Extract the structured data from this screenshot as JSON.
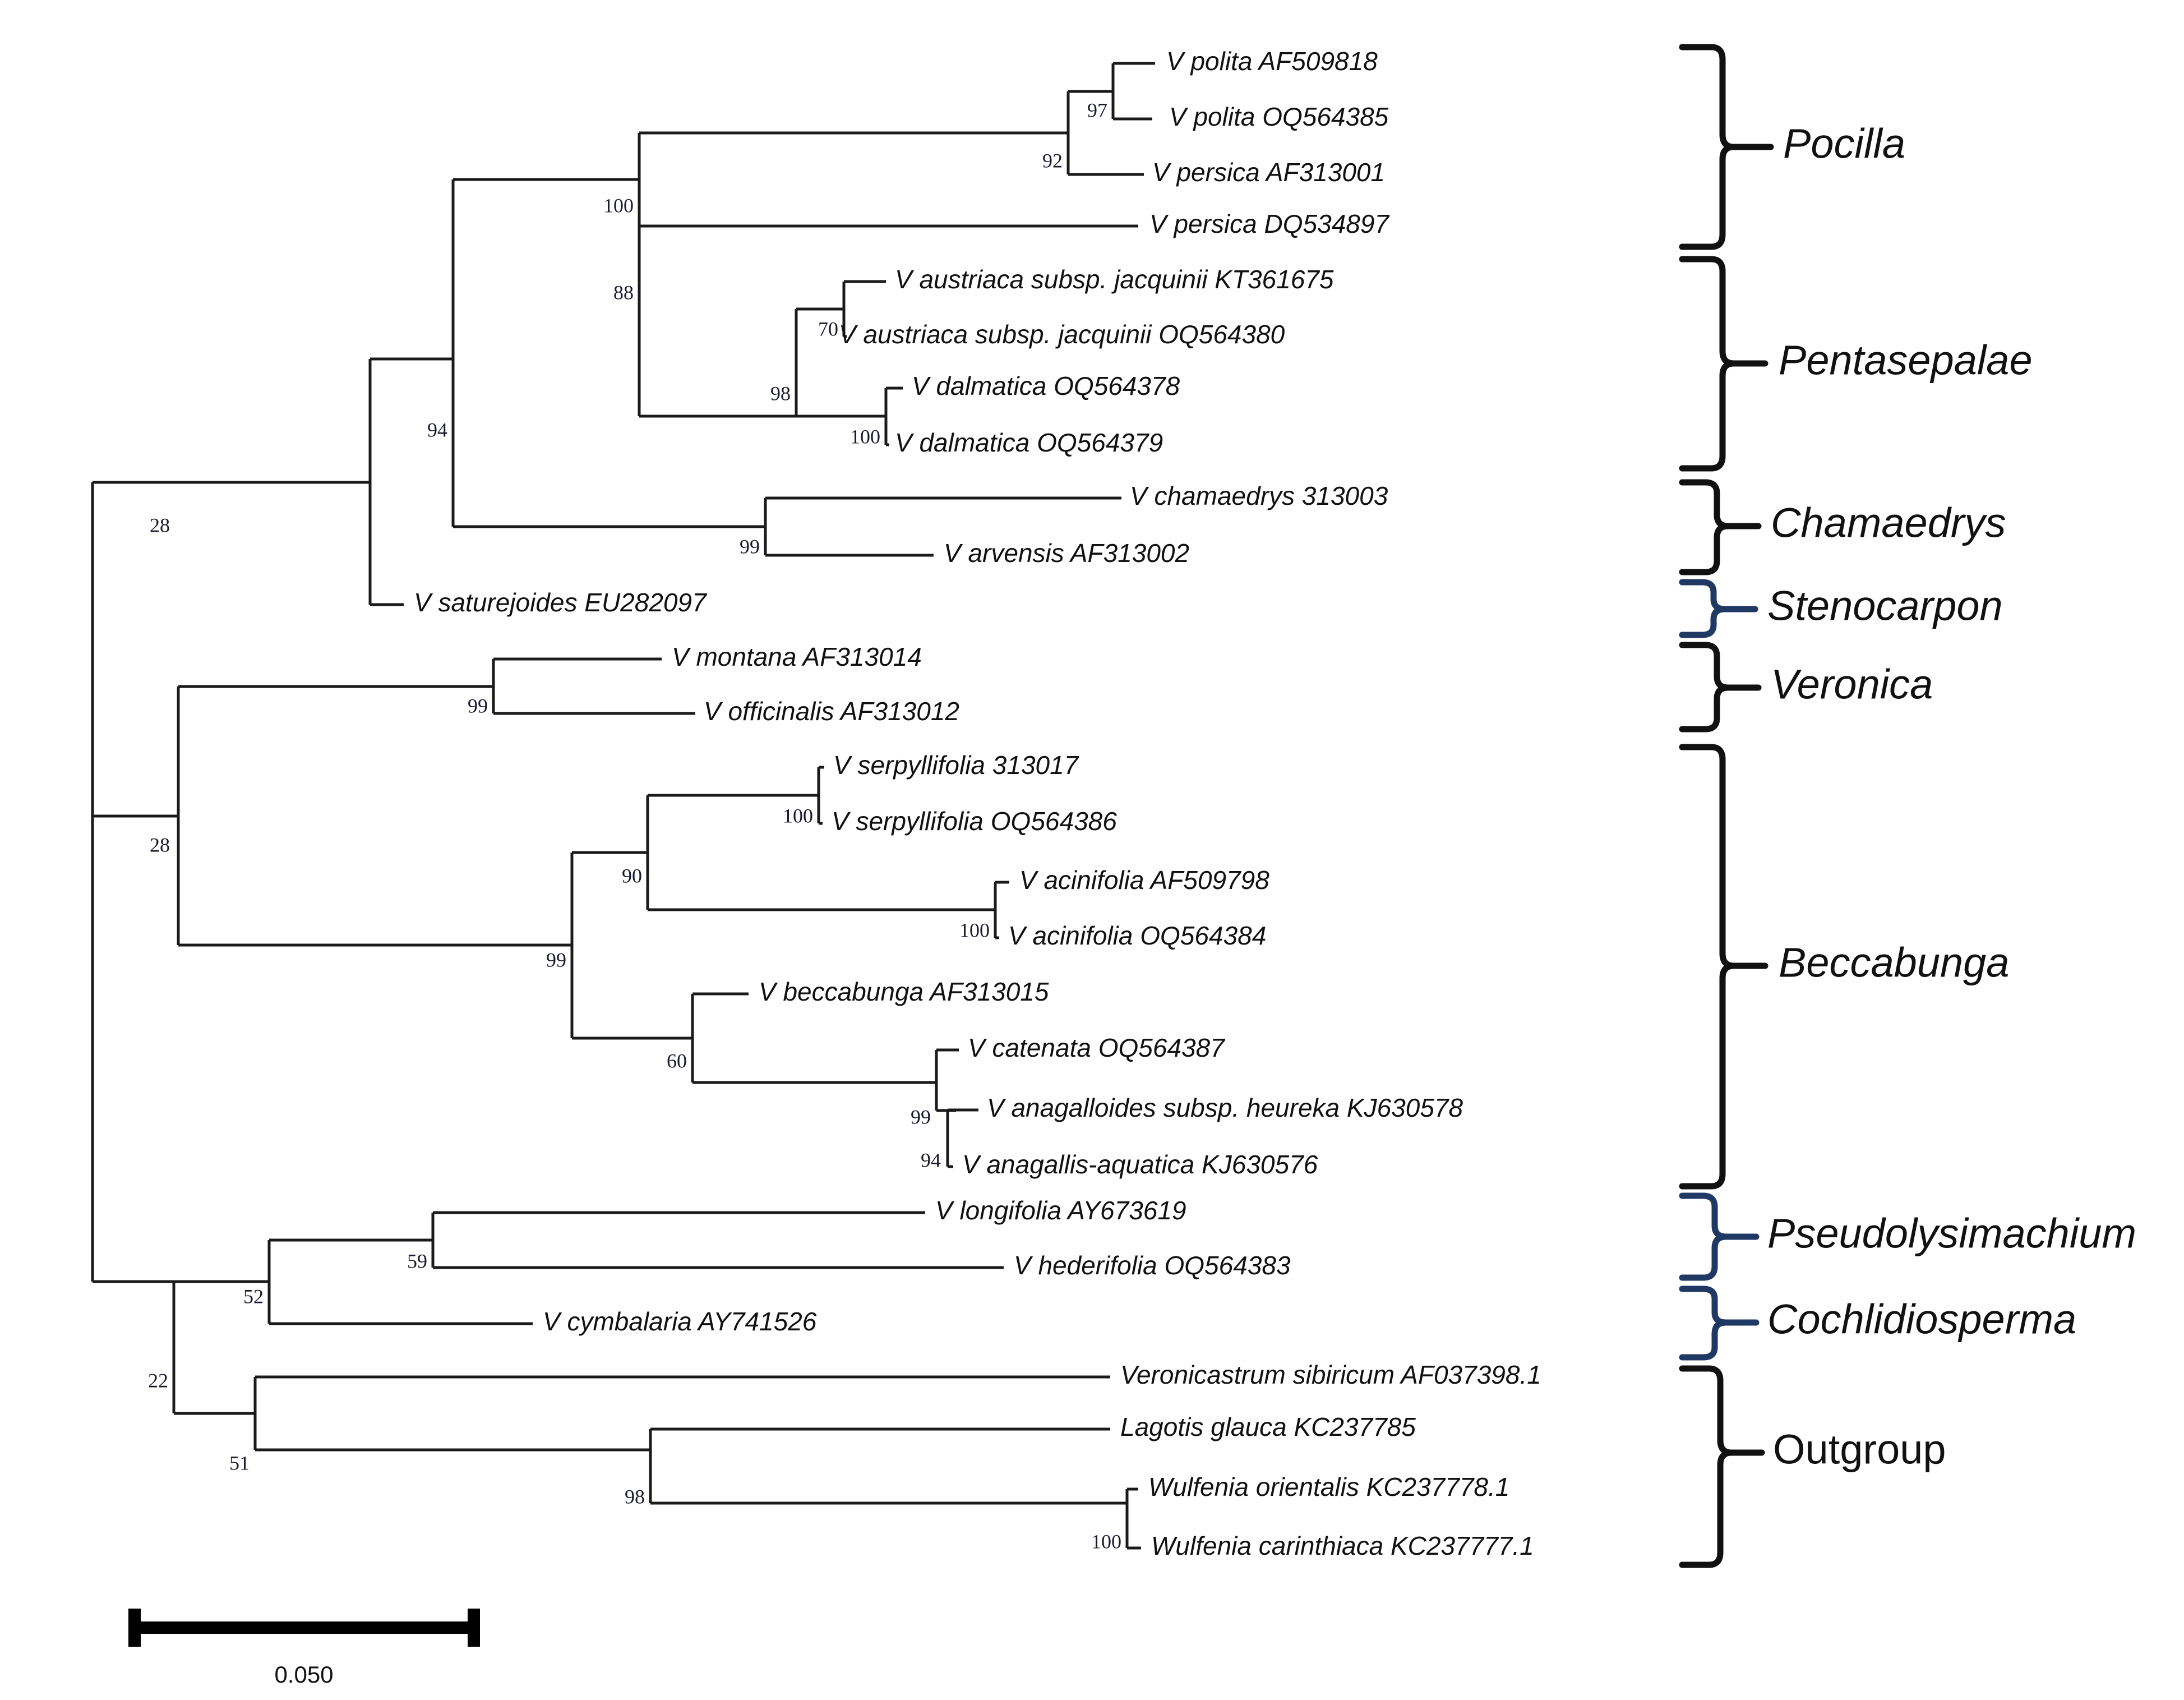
{
  "figure": {
    "type": "phylogenetic-tree",
    "title": "",
    "scale_bar": {
      "label": "0.050",
      "value": 0.05
    }
  },
  "tips": [
    {
      "id": "t1",
      "label": "V polita AF509818",
      "italic": true
    },
    {
      "id": "t2",
      "label": "V polita OQ564385",
      "italic": true
    },
    {
      "id": "t3",
      "label": "V persica AF313001",
      "italic": true
    },
    {
      "id": "t4",
      "label": "V persica DQ534897",
      "italic": true
    },
    {
      "id": "t5",
      "label": "V austriaca subsp. jacquinii KT361675",
      "italic": true
    },
    {
      "id": "t6",
      "label": "V austriaca subsp. jacquinii OQ564380",
      "italic": true
    },
    {
      "id": "t7",
      "label": "V dalmatica OQ564378",
      "italic": true
    },
    {
      "id": "t8",
      "label": "V dalmatica OQ564379",
      "italic": true
    },
    {
      "id": "t9",
      "label": "V chamaedrys 313003",
      "italic": true
    },
    {
      "id": "t10",
      "label": "V arvensis AF313002",
      "italic": true
    },
    {
      "id": "t11",
      "label": "V saturejoides EU282097",
      "italic": true
    },
    {
      "id": "t12",
      "label": "V montana AF313014",
      "italic": true
    },
    {
      "id": "t13",
      "label": "V officinalis AF313012",
      "italic": true
    },
    {
      "id": "t14",
      "label": "V serpyllifolia 313017",
      "italic": true
    },
    {
      "id": "t15",
      "label": "V serpyllifolia OQ564386",
      "italic": true
    },
    {
      "id": "t16",
      "label": "V acinifolia AF509798",
      "italic": true
    },
    {
      "id": "t17",
      "label": "V acinifolia OQ564384",
      "italic": true
    },
    {
      "id": "t18",
      "label": "V beccabunga AF313015",
      "italic": true
    },
    {
      "id": "t19",
      "label": "V catenata OQ564387",
      "italic": true
    },
    {
      "id": "t20",
      "label": "V anagalloides subsp. heureka KJ630578",
      "italic": true
    },
    {
      "id": "t21",
      "label": "V anagallis-aquatica KJ630576",
      "italic": true
    },
    {
      "id": "t22",
      "label": "V longifolia AY673619",
      "italic": true
    },
    {
      "id": "t23",
      "label": "V hederifolia OQ564383",
      "italic": true
    },
    {
      "id": "t24",
      "label": "V cymbalaria AY741526",
      "italic": true
    },
    {
      "id": "t25",
      "label": "Veronicastrum sibiricum AF037398.1",
      "italic": true
    },
    {
      "id": "t26",
      "label": "Lagotis glauca KC237785",
      "italic": true
    },
    {
      "id": "t27",
      "label": "Wulfenia orientalis KC237778.1",
      "italic": true
    },
    {
      "id": "t28",
      "label": "Wulfenia carinthiaca KC237777.1",
      "italic": true
    }
  ],
  "bootstrap_values": [
    {
      "id": "b97",
      "value": "97"
    },
    {
      "id": "b92",
      "value": "92"
    },
    {
      "id": "b100a",
      "value": "100"
    },
    {
      "id": "b70",
      "value": "70"
    },
    {
      "id": "b100b",
      "value": "100"
    },
    {
      "id": "b98a",
      "value": "98"
    },
    {
      "id": "b88",
      "value": "88"
    },
    {
      "id": "b99a",
      "value": "99"
    },
    {
      "id": "b94",
      "value": "94"
    },
    {
      "id": "b28a",
      "value": "28"
    },
    {
      "id": "b99b",
      "value": "99"
    },
    {
      "id": "b100c",
      "value": "100"
    },
    {
      "id": "b100d",
      "value": "100"
    },
    {
      "id": "b90",
      "value": "90"
    },
    {
      "id": "b99c",
      "value": "99"
    },
    {
      "id": "b60",
      "value": "60"
    },
    {
      "id": "b99d",
      "value": "99"
    },
    {
      "id": "b94b",
      "value": "94"
    },
    {
      "id": "b28b",
      "value": "28"
    },
    {
      "id": "b59",
      "value": "59"
    },
    {
      "id": "b52",
      "value": "52"
    },
    {
      "id": "b22",
      "value": "22"
    },
    {
      "id": "b51",
      "value": "51"
    },
    {
      "id": "b98b",
      "value": "98"
    },
    {
      "id": "b100e",
      "value": "100"
    }
  ],
  "clades": [
    {
      "id": "c1",
      "label": "Pocilla",
      "color": "#111111",
      "italic": true
    },
    {
      "id": "c2",
      "label": "Pentasepalae",
      "color": "#111111",
      "italic": true
    },
    {
      "id": "c3",
      "label": "Chamaedrys",
      "color": "#111111",
      "italic": true
    },
    {
      "id": "c4",
      "label": "Stenocarpon",
      "color": "#1F3864",
      "italic": true
    },
    {
      "id": "c5",
      "label": "Veronica",
      "color": "#111111",
      "italic": true
    },
    {
      "id": "c6",
      "label": "Beccabunga",
      "color": "#111111",
      "italic": true
    },
    {
      "id": "c7",
      "label": "Pseudolysimachium",
      "color": "#1F3864",
      "italic": true
    },
    {
      "id": "c8",
      "label": "Cochlidiosperma",
      "color": "#1F3864",
      "italic": true
    },
    {
      "id": "c9",
      "label": "Outgroup",
      "color": "#111111",
      "italic": false
    }
  ],
  "colors": {
    "branch": "#1a1a1a",
    "text": "#111111",
    "brace_black": "#111111",
    "brace_navy": "#1F3864",
    "background": "#ffffff"
  }
}
